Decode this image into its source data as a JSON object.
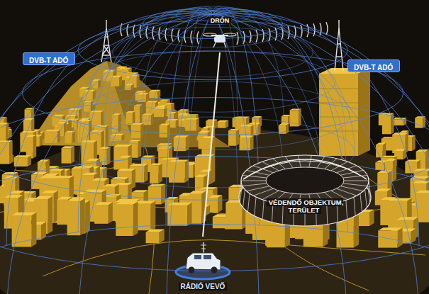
{
  "diagram": {
    "nodes": [
      {
        "text": [
          "DVB-T ADÓ"
        ]
      },
      {
        "text": [
          "DRÓN"
        ]
      },
      {
        "text": [
          "DVB-T ADÓ"
        ]
      },
      {
        "text": [
          "VÉDENDŐ OBJEKTUM, TERÜLET"
        ]
      },
      {
        "text": [
          "RÁDIÓ VEVŐ"
        ]
      }
    ],
    "edges": [
      {
        "from": 1,
        "to": 4,
        "arrow": "none"
      }
    ]
  }
}
